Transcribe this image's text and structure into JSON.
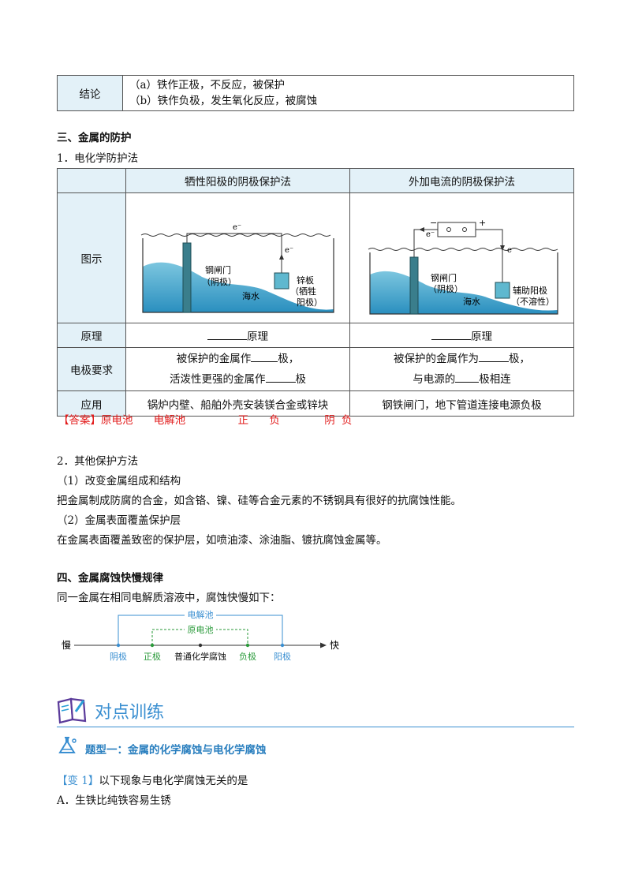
{
  "conclusion_table": {
    "label": "结论",
    "lines": [
      "（a）铁作正极，不反应，被保护",
      "（b）铁作负极，发生氧化反应，被腐蚀"
    ]
  },
  "section3": {
    "title": "三、金属的防护",
    "sub1": "1．电化学防护法",
    "table": {
      "col1": "牺性阳极的阴极保护法",
      "col2": "外加电流的阴极保护法",
      "row_diagram": "图示",
      "row_principle": "原理",
      "row_electrode": "电极要求",
      "row_application": "应用",
      "principle_suffix": "原理",
      "electrode1_line1_pre": "被保护的金属作",
      "electrode1_line1_post": "极，",
      "electrode1_line2_pre": "活泼性更强的金属作",
      "electrode1_line2_post": "极",
      "electrode2_line1_pre": "被保护的金属作为",
      "electrode2_line1_post": "极，",
      "electrode2_line2_pre": "与电源的",
      "electrode2_line2_post": "极相连",
      "app1": "锅炉内壁、船舶外壳安装镁合金或锌块",
      "app2": "钢铁闸门，地下管道连接电源负极"
    },
    "diagram1": {
      "e_top": "e⁻",
      "e_right": "e⁻",
      "gate": "钢闸门",
      "gate_role": "（阴极）",
      "zinc": "锌板",
      "zinc_role1": "（牺牲",
      "zinc_role2": "阳极）",
      "sea": "海水"
    },
    "diagram2": {
      "e_left": "e⁻",
      "e_right": "e⁻",
      "minus": "−",
      "plus": "+",
      "gate": "钢闸门",
      "gate_role": "（阴极）",
      "anode": "辅助阳极",
      "anode_role": "（不溶性）",
      "sea": "海水"
    },
    "answer": {
      "tag": "【答案】",
      "items": [
        "原电池",
        "电解池",
        "正",
        "负",
        "阴",
        "负"
      ]
    },
    "sub2": "2．其他保护方法",
    "m1_title": "（1）改变金属组成和结构",
    "m1_text": "把金属制成防腐的合金，如含铬、镍、硅等合金元素的不锈钢具有很好的抗腐蚀性能。",
    "m2_title": "（2）金属表面覆盖保护层",
    "m2_text": "在金属表面覆盖致密的保护层，如喷油漆、涂油脂、镀抗腐蚀金属等。"
  },
  "section4": {
    "title": "四、金属腐蚀快慢规律",
    "intro": "同一金属在相同电解质溶液中，腐蚀快慢如下：",
    "scale": {
      "slow": "慢",
      "fast": "快",
      "electrolytic": "电解池",
      "galvanic": "原电池",
      "points": [
        "阴极",
        "正极",
        "普通化学腐蚀",
        "负极",
        "阳极"
      ]
    }
  },
  "training": {
    "title": "对点训练",
    "topic": "题型一：金属的化学腐蚀与电化学腐蚀",
    "q_tag": "【变 1】",
    "q_text": "以下现象与电化学腐蚀无关的是",
    "option_a": "A．生铁比纯铁容易生锈"
  },
  "colors": {
    "table_header": "#e3f1f8",
    "accent_blue": "#3a8fd1",
    "answer_red": "#e21b1b",
    "green": "#2a9a3a"
  }
}
